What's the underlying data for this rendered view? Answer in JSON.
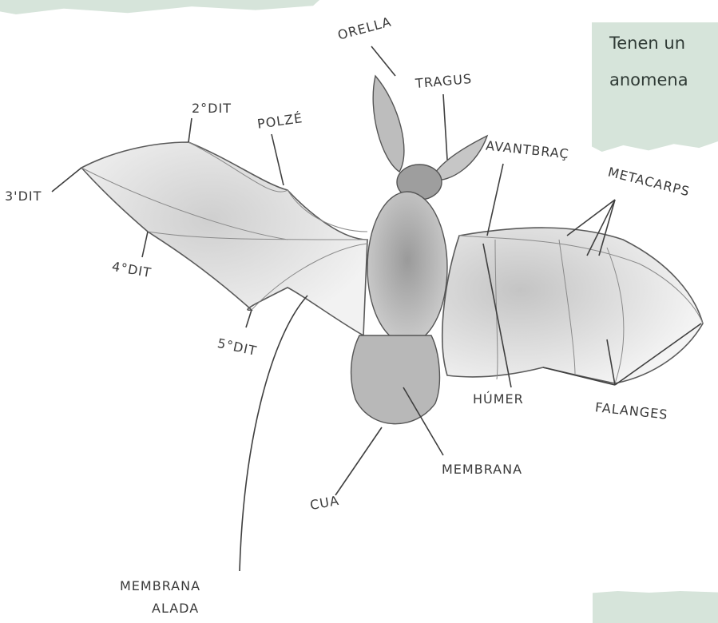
{
  "notes": {
    "top_line1": "Tenen un",
    "top_line2": "anomena"
  },
  "labels": {
    "orella": "ORELLA",
    "tragus": "TRAGUS",
    "dit2": "2°DIT",
    "polze": "POLZÉ",
    "dit3": "3'DIT",
    "dit4": "4°DIT",
    "dit5": "5°DIT",
    "avantbrac": "AVANTBRAÇ",
    "metacarps": "METACARPS",
    "humer": "HÚMER",
    "falanges": "FALANGES",
    "membrana": "MEMBRANA",
    "cua": "CUA",
    "membrana_alada_1": "MEMBRANA",
    "membrana_alada_2": "ALADA"
  },
  "colors": {
    "note_bg": "#d6e4da",
    "pencil": "#4a4a4a"
  }
}
